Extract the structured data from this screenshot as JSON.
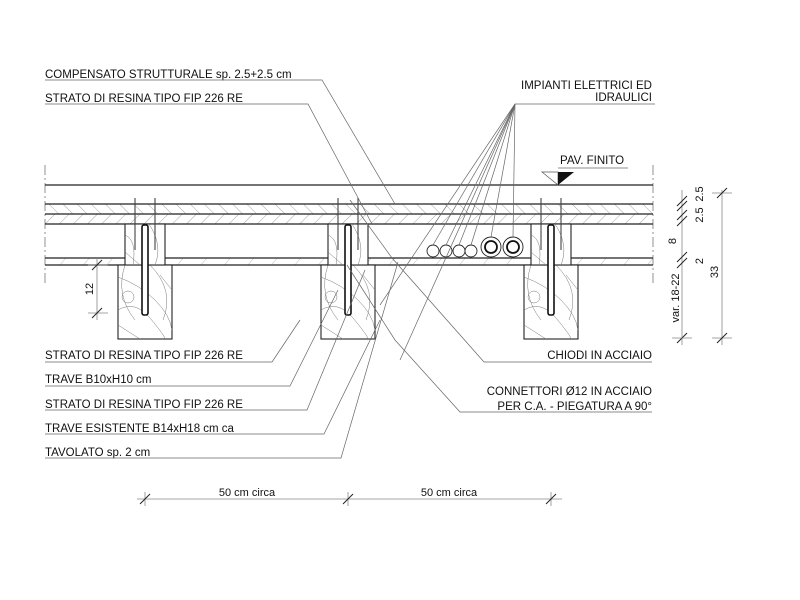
{
  "drawing": {
    "title": "Sezione solaio con soletta collaborante in legno",
    "labels_left": [
      {
        "id": "compensato",
        "text": "COMPENSATO STRUTTURALE sp. 2.5+2.5 cm"
      },
      {
        "id": "resina-top",
        "text": "STRATO DI RESINA TIPO FIP 226 RE"
      },
      {
        "id": "resina-1",
        "text": "STRATO DI RESINA TIPO FIP 226 RE"
      },
      {
        "id": "trave-nuova",
        "text": "TRAVE B10xH10 cm"
      },
      {
        "id": "resina-2",
        "text": "STRATO DI RESINA TIPO FIP 226 RE"
      },
      {
        "id": "trave-esistente",
        "text": "TRAVE ESISTENTE B14xH18 cm ca"
      },
      {
        "id": "tavolato",
        "text": "TAVOLATO sp. 2 cm"
      }
    ],
    "labels_right": {
      "impianti_line1": "IMPIANTI ELETTRICI ED",
      "impianti_line2": "IDRAULICI",
      "pav_finito": "PAV. FINITO",
      "chiodi": "CHIODI IN ACCIAIO",
      "connettori_line1": "CONNETTORI Ø12 IN ACCIAIO",
      "connettori_line2": "PER C.A. - PIEGATURA A 90°"
    },
    "dimensions": {
      "left_height": "12",
      "right_stack": [
        "2.5",
        "2.5",
        "8",
        "2",
        "var. 18-22"
      ],
      "total": "33",
      "spacing": [
        "50 cm circa",
        "50 cm circa"
      ]
    },
    "pipes": {
      "small_count": 4,
      "large_count": 2
    },
    "beam_count": 3
  }
}
